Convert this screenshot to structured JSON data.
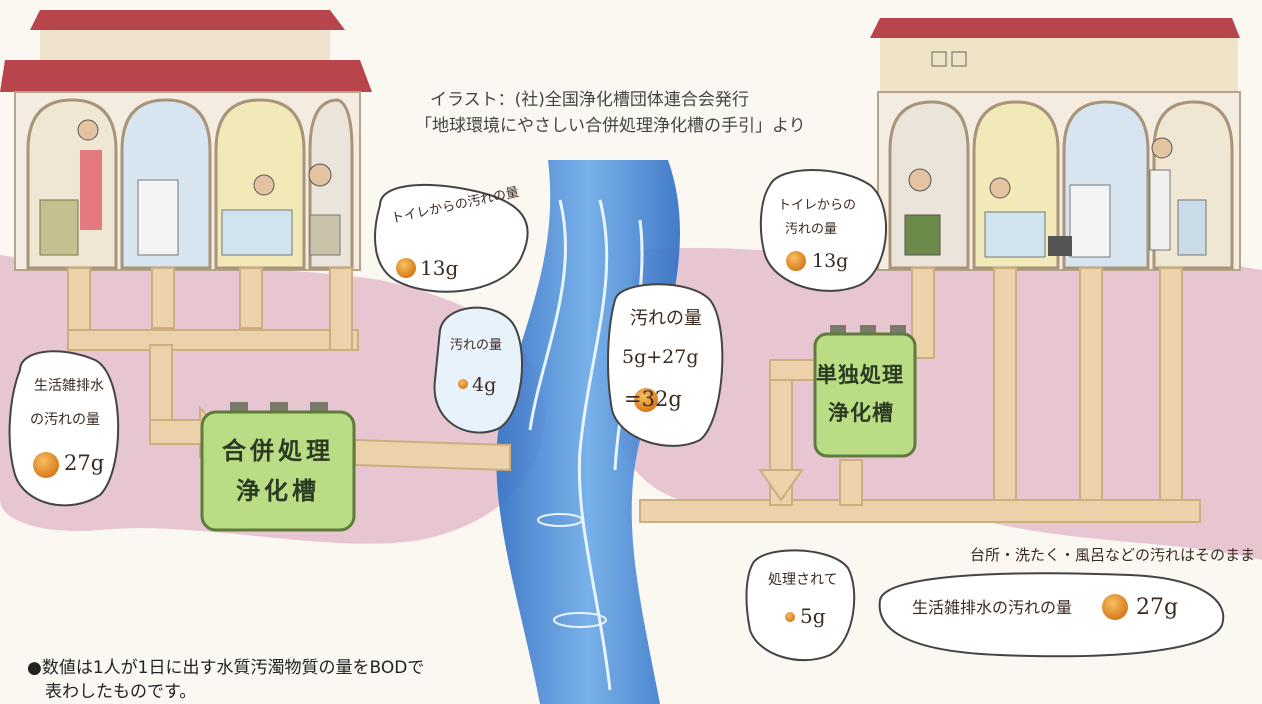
{
  "credit": {
    "line1": "イラスト：(社)全国浄化槽団体連合会発行",
    "line2": "「地球環境にやさしい合併処理浄化槽の手引」より"
  },
  "left": {
    "toilet_bubble": {
      "label": "トイレからの汚れの量",
      "value": "13g"
    },
    "gray_bubble": {
      "line1": "生活雑排水",
      "line2": "の汚れの量",
      "value": "27g"
    },
    "tank": {
      "line1": "合併処理",
      "line2": "浄化槽"
    },
    "outflow_bubble": {
      "label": "汚れの量",
      "value": "4g"
    }
  },
  "right": {
    "toilet_bubble": {
      "line1": "トイレからの",
      "line2": "汚れの量",
      "value": "13g"
    },
    "tank": {
      "line1": "単独処理",
      "line2": "浄化槽"
    },
    "total_bubble": {
      "line1": "汚れの量",
      "line2": "5g+27g",
      "value": "=32g"
    },
    "treated_bubble": {
      "label": "処理されて",
      "value": "5g"
    },
    "gray_note": "台所・洗たく・風呂などの汚れはそのまま",
    "gray_bubble": {
      "label": "生活雑排水の汚れの量",
      "value": "27g"
    }
  },
  "footnote": {
    "line1": "●数値は1人が1日に出す水質汚濁物質の量をBODで",
    "line2": "表わしたものです。"
  },
  "colors": {
    "roof": "#b8444c",
    "pipe": "#ecd2aa",
    "pipe_edge": "#cfae7e",
    "tank": "#b9dc84",
    "river": "#3c7fd1",
    "stain": "#b55a8a",
    "dot": "#e08a1c"
  }
}
